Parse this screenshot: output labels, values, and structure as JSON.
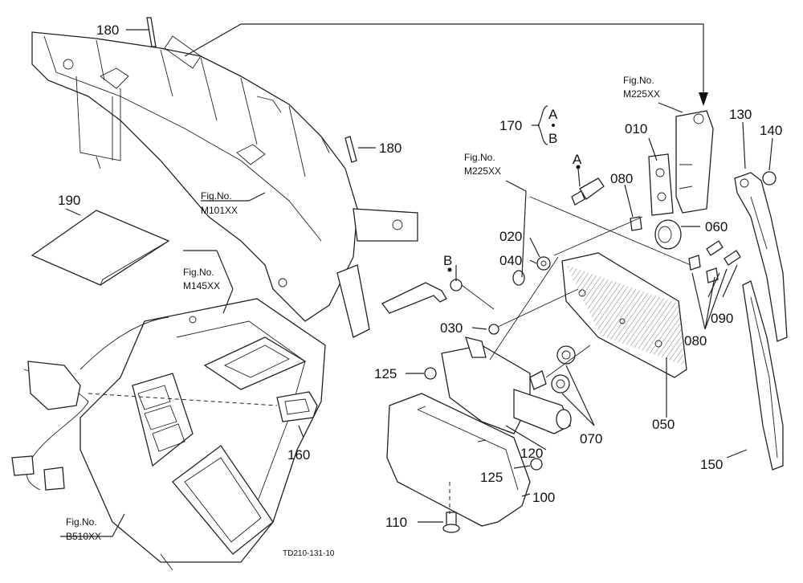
{
  "drawing_code": "TD210-131-10",
  "fig_refs": {
    "m225_top": {
      "label": "Fig.No.",
      "value": "M225XX"
    },
    "m225_mid": {
      "label": "Fig.No.",
      "value": "M225XX"
    },
    "m101": {
      "label": "Fig.No.",
      "value": "M101XX"
    },
    "m145": {
      "label": "Fig.No.",
      "value": "M145XX"
    },
    "b510": {
      "label": "Fig.No.",
      "value": "B510XX"
    }
  },
  "part_labels": {
    "p180a": "180",
    "p180b": "180",
    "p190": "190",
    "p170": "170",
    "p170_a": "A",
    "p170_b": "B",
    "marker_a": "A",
    "marker_b": "B",
    "p010": "010",
    "p080a": "080",
    "p060": "060",
    "p130": "130",
    "p140": "140",
    "p020": "020",
    "p040": "040",
    "p030": "030",
    "p080b": "080",
    "p090": "090",
    "p125a": "125",
    "p125b": "125",
    "p160": "160",
    "p050": "050",
    "p070": "070",
    "p120": "120",
    "p150": "150",
    "p100": "100",
    "p110": "110"
  }
}
